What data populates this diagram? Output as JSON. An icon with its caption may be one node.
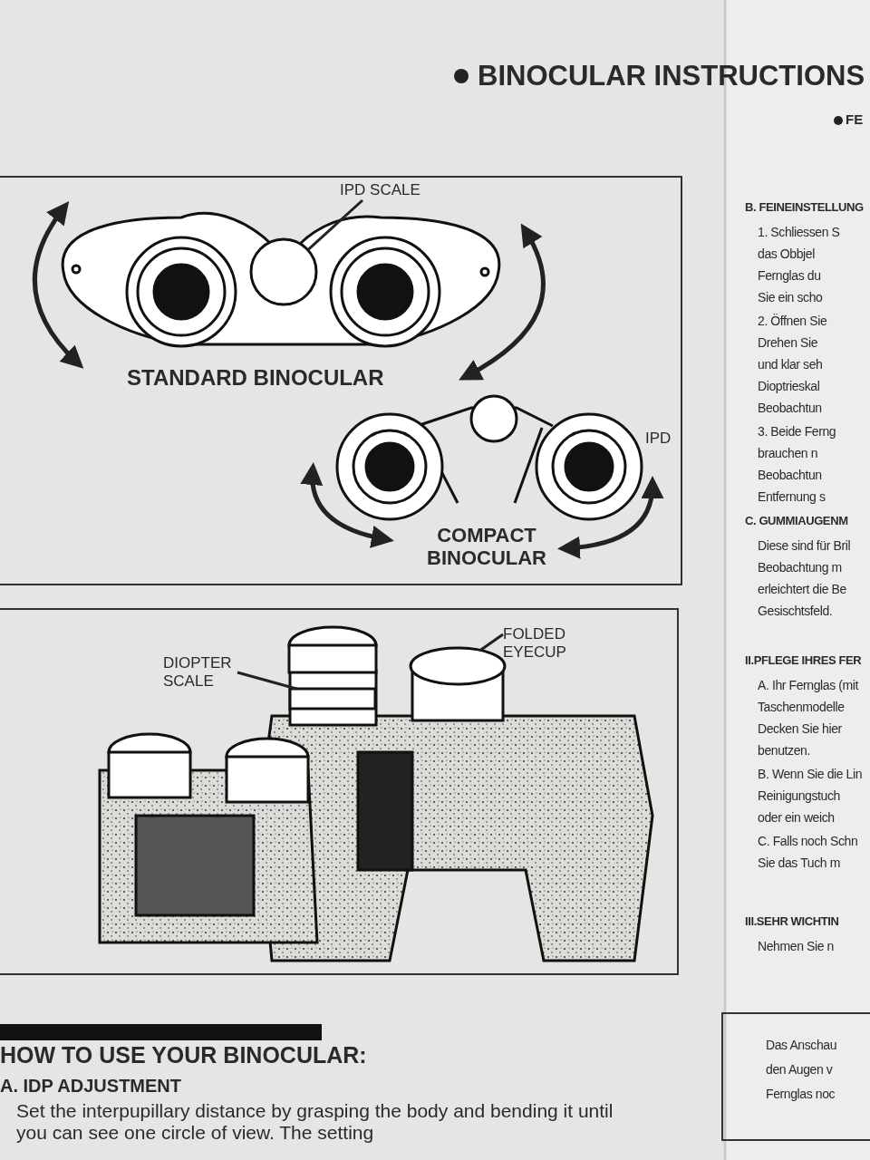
{
  "diagram": {
    "nodes": [
      {
        "text": [
          "IPD SCALE"
        ]
      },
      {
        "text": [],
        "shape": "circle"
      },
      {
        "text": [
          "DIOPTER SCALE"
        ]
      },
      {
        "text": [],
        "shape": "box"
      },
      {
        "text": [
          "FOLDED EYECUP"
        ]
      },
      {
        "text": [],
        "shape": "ellipse"
      }
    ],
    "edges": [
      {
        "from": 0,
        "to": 1,
        "arrow": "none"
      },
      {
        "from": 2,
        "to": 3,
        "arrow": "none"
      },
      {
        "from": 4,
        "to": 5,
        "arrow": "none"
      }
    ],
    "labels": [
      "BINOCULAR INSTRUCTIONS",
      "FE",
      "STANDARD BINOCULAR",
      "IPD",
      "COMPACT BINOCULAR",
      "HOW TO USE YOUR BINOCULAR:",
      "A. IDP ADJUSTMENT",
      "Set the interpupillary distance by grasping the body and bending it until you can see one circle of view. The setting",
      "B. FEINEINSTELLUNG",
      "1. Schliessen S",
      "das Obbjel",
      "Fernglas du",
      "Sie ein scho",
      "2. Öffnen Sie",
      "Drehen Sie",
      "und klar seh",
      "Dioptrieskal",
      "Beobachtun",
      "3. Beide Ferng",
      "brauchen n",
      "Beobachtun",
      "Entfernung s",
      "C. GUMMIAUGENM",
      "Diese sind für Bril",
      "Beobachtung m",
      "erleichtert die Be",
      "Gesischtsfeld.",
      "II.PFLEGE IHRES FER",
      "A. Ihr Fernglas (mit",
      "Taschenmodelle",
      "Decken Sie hier",
      "benutzen.",
      "B. Wenn Sie die Lin",
      "Reinigungstuch",
      "oder ein weich",
      "C. Falls noch Schn",
      "Sie das Tuch m",
      "III.SEHR WICHTIN",
      "Nehmen Sie n",
      "Das Anschau",
      "den Augen v",
      "Fernglas noc"
    ]
  }
}
